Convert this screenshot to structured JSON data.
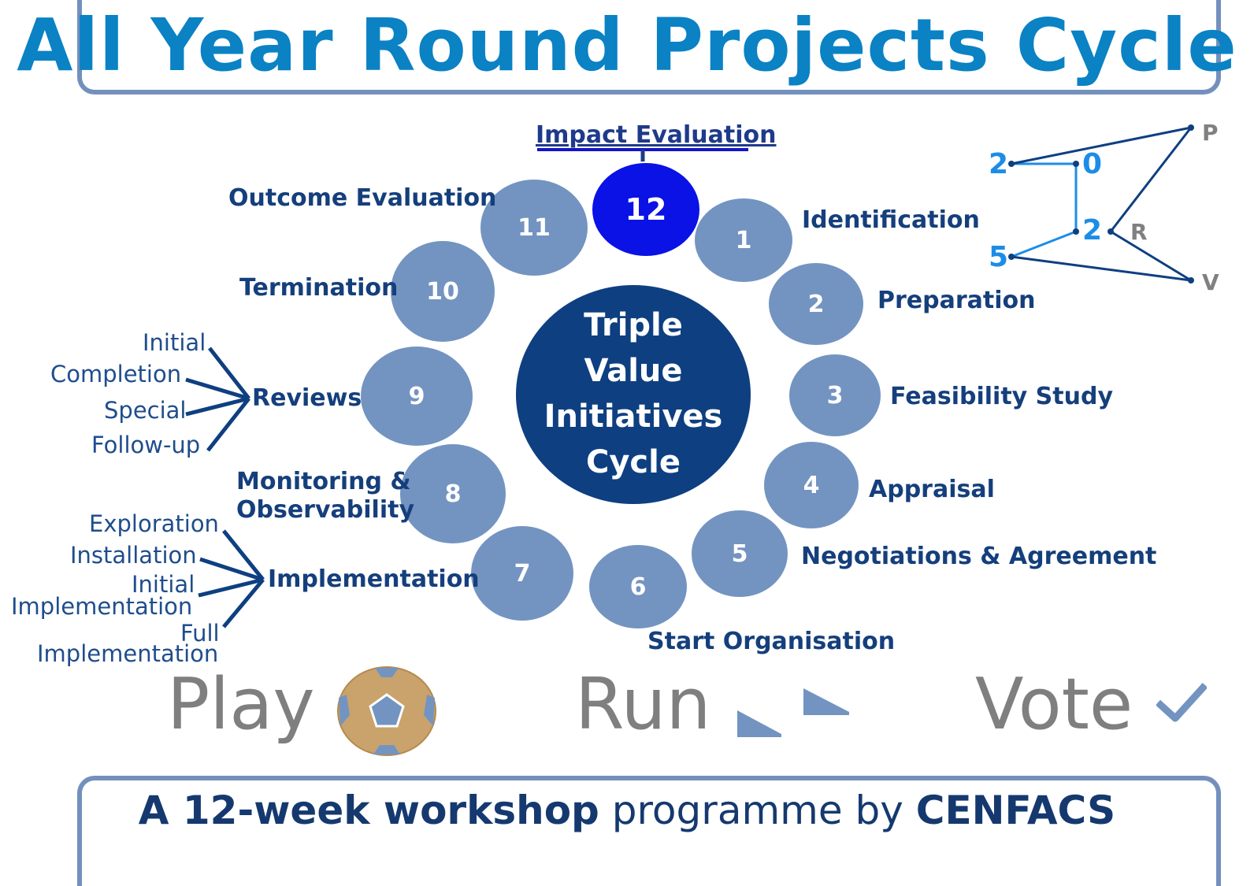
{
  "title": "All Year Round Projects Cycle",
  "footer": {
    "part1": "A 12-week workshop",
    "part2": " programme by ",
    "part3": "CENFACS"
  },
  "center": {
    "line1": "Triple",
    "line2": "Value",
    "line3": "Initiatives",
    "line4": "Cycle"
  },
  "stages": [
    {
      "number": "1",
      "label": "Identification"
    },
    {
      "number": "2",
      "label": "Preparation"
    },
    {
      "number": "3",
      "label": "Feasibility Study"
    },
    {
      "number": "4",
      "label": "Appraisal"
    },
    {
      "number": "5",
      "label": "Negotiations & Agreement"
    },
    {
      "number": "6",
      "label": "Start Organisation"
    },
    {
      "number": "7",
      "label": "Implementation"
    },
    {
      "number": "8",
      "label_line1": "Monitoring &",
      "label_line2": "Observability"
    },
    {
      "number": "9",
      "label": "Reviews"
    },
    {
      "number": "10",
      "label": "Termination"
    },
    {
      "number": "11",
      "label": "Outcome Evaluation"
    },
    {
      "number": "12",
      "label": "Impact Evaluation"
    }
  ],
  "reviews_types": [
    "Initial",
    "Completion",
    "Special",
    "Follow-up"
  ],
  "implementation_types": {
    "a": "Exploration",
    "b": "Installation",
    "c1": "Initial",
    "c2": "Implementation",
    "d1": "Full",
    "d2": "Implementation"
  },
  "bottom_words": {
    "play": "Play",
    "run": "Run",
    "vote": "Vote"
  },
  "logo": {
    "digits": [
      "2",
      "0",
      "2",
      "5"
    ],
    "letters": [
      "P",
      "R",
      "V"
    ]
  },
  "colors": {
    "title_blue": "#0a82c4",
    "stage_circle": "#7394c1",
    "highlight_circle": "#0a12e6",
    "center_circle": "#0e3f81",
    "label_navy": "#153f7c"
  }
}
